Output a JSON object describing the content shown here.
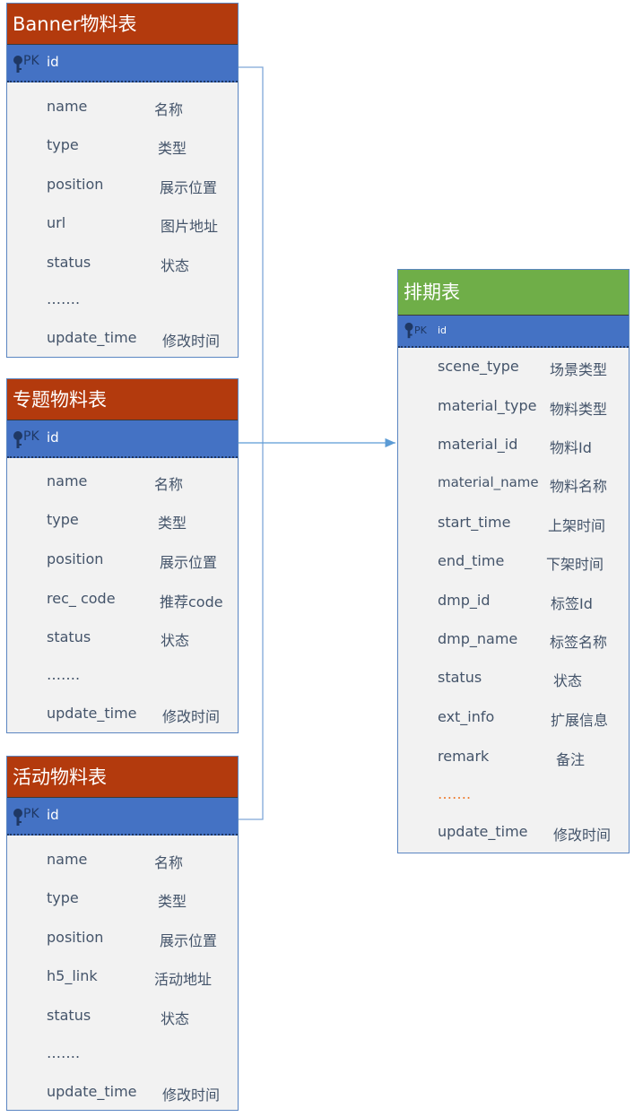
{
  "tables": {
    "banner": {
      "title": "Banner物料表",
      "pk_tag": "PK",
      "pk": "id",
      "rows": [
        {
          "k": "name",
          "v": "名称"
        },
        {
          "k": "type",
          "v": "类型"
        },
        {
          "k": "position",
          "v": "展示位置"
        },
        {
          "k": "url",
          "v": "图片地址"
        },
        {
          "k": "status",
          "v": "状态"
        },
        {
          "k": "…….",
          "v": ""
        },
        {
          "k": "update_time",
          "v": "修改时间"
        }
      ]
    },
    "topic": {
      "title": "专题物料表",
      "pk_tag": "PK",
      "pk": "id",
      "rows": [
        {
          "k": "name",
          "v": "名称"
        },
        {
          "k": "type",
          "v": "类型"
        },
        {
          "k": "position",
          "v": "展示位置"
        },
        {
          "k": "rec_ code",
          "v": "推荐code"
        },
        {
          "k": "status",
          "v": "状态"
        },
        {
          "k": "…….",
          "v": ""
        },
        {
          "k": "update_time",
          "v": "修改时间"
        }
      ]
    },
    "activity": {
      "title": "活动物料表",
      "pk_tag": "PK",
      "pk": "id",
      "rows": [
        {
          "k": "name",
          "v": "名称"
        },
        {
          "k": "type",
          "v": "类型"
        },
        {
          "k": "position",
          "v": "展示位置"
        },
        {
          "k": "h5_link",
          "v": "活动地址"
        },
        {
          "k": "status",
          "v": "状态"
        },
        {
          "k": "…….",
          "v": ""
        },
        {
          "k": "update_time",
          "v": "修改时间"
        }
      ]
    },
    "schedule": {
      "title": "排期表",
      "pk_tag": "PK",
      "pk": "id",
      "rows": [
        {
          "k": "scene_type",
          "v": "场景类型"
        },
        {
          "k": "material_type",
          "v": "物料类型"
        },
        {
          "k": "material_id",
          "v": "物料Id"
        },
        {
          "k": "material_name",
          "v": "物料名称"
        },
        {
          "k": "start_time",
          "v": "上架时间"
        },
        {
          "k": "end_time",
          "v": "下架时间"
        },
        {
          "k": "dmp_id",
          "v": "标签Id"
        },
        {
          "k": "dmp_name",
          "v": "标签名称"
        },
        {
          "k": "status",
          "v": "状态"
        },
        {
          "k": "ext_info",
          "v": "扩展信息"
        },
        {
          "k": "remark",
          "v": "备注"
        },
        {
          "k": "…….",
          "v": ""
        },
        {
          "k": "update_time",
          "v": "修改时间"
        }
      ]
    }
  },
  "colors": {
    "header_red": "#b33a0d",
    "header_green": "#6fae48",
    "pk_blue": "#4472c4",
    "body_gray": "#f2f2f2",
    "text": "#44546a",
    "connector": "#5b9bd5"
  }
}
